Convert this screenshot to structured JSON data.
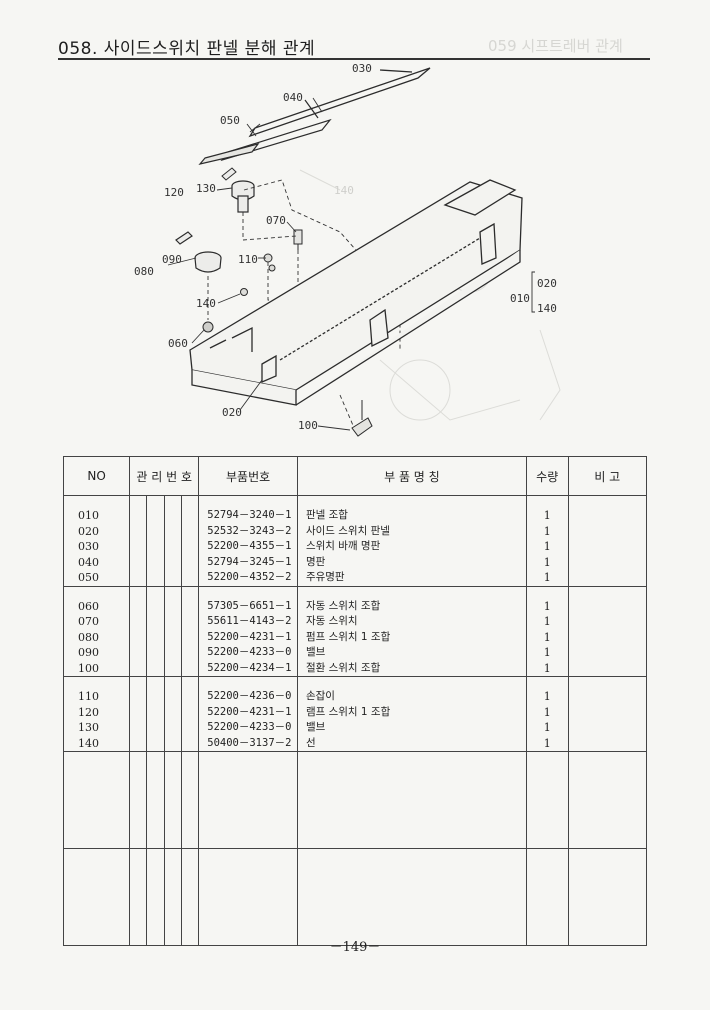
{
  "header": {
    "title": "058. 사이드스위치 판넬 분해 관계",
    "ghost_title": "059 시프트레버 관계"
  },
  "diagram": {
    "callouts": [
      "030",
      "040",
      "050",
      "120",
      "130",
      "070",
      "090",
      "080",
      "110",
      "140",
      "060",
      "020",
      "100",
      "010",
      "020",
      "140",
      "140"
    ]
  },
  "table": {
    "headers": {
      "no": "NO",
      "mgmt": "관 리 번 호",
      "part_no": "부품번호",
      "name": "부 품 명 칭",
      "qty": "수량",
      "note": "비 고"
    },
    "groups": [
      {
        "rows": [
          {
            "no": "010",
            "part_no": "52794－3240－1",
            "name": "판넬 조합",
            "qty": "1"
          },
          {
            "no": "020",
            "part_no": "52532－3243－2",
            "name": "사이드 스위치 판넬",
            "qty": "1"
          },
          {
            "no": "030",
            "part_no": "52200－4355－1",
            "name": "스위치 바깨 명판",
            "qty": "1"
          },
          {
            "no": "040",
            "part_no": "52794－3245－1",
            "name": "명판",
            "qty": "1"
          },
          {
            "no": "050",
            "part_no": "52200－4352－2",
            "name": "주유명판",
            "qty": "1"
          }
        ]
      },
      {
        "rows": [
          {
            "no": "060",
            "part_no": "57305－6651－1",
            "name": "자동 스위치 조합",
            "qty": "1"
          },
          {
            "no": "070",
            "part_no": "55611－4143－2",
            "name": "자동 스위치",
            "qty": "1"
          },
          {
            "no": "080",
            "part_no": "52200－4231－1",
            "name": "펌프 스위치 1 조합",
            "qty": "1"
          },
          {
            "no": "090",
            "part_no": "52200－4233－0",
            "name": "밸브",
            "qty": "1"
          },
          {
            "no": "100",
            "part_no": "52200－4234－1",
            "name": "절환 스위치 조합",
            "qty": "1"
          }
        ]
      },
      {
        "rows": [
          {
            "no": "110",
            "part_no": "52200－4236－0",
            "name": "손잡이",
            "qty": "1"
          },
          {
            "no": "120",
            "part_no": "52200－4231－1",
            "name": "램프 스위치 1 조합",
            "qty": "1"
          },
          {
            "no": "130",
            "part_no": "52200－4233－0",
            "name": "밸브",
            "qty": "1"
          },
          {
            "no": "140",
            "part_no": "50400－3137－2",
            "name": "선",
            "qty": "1"
          }
        ]
      },
      {
        "rows": []
      },
      {
        "rows": []
      }
    ]
  },
  "footer": {
    "page_number": "－149－"
  }
}
